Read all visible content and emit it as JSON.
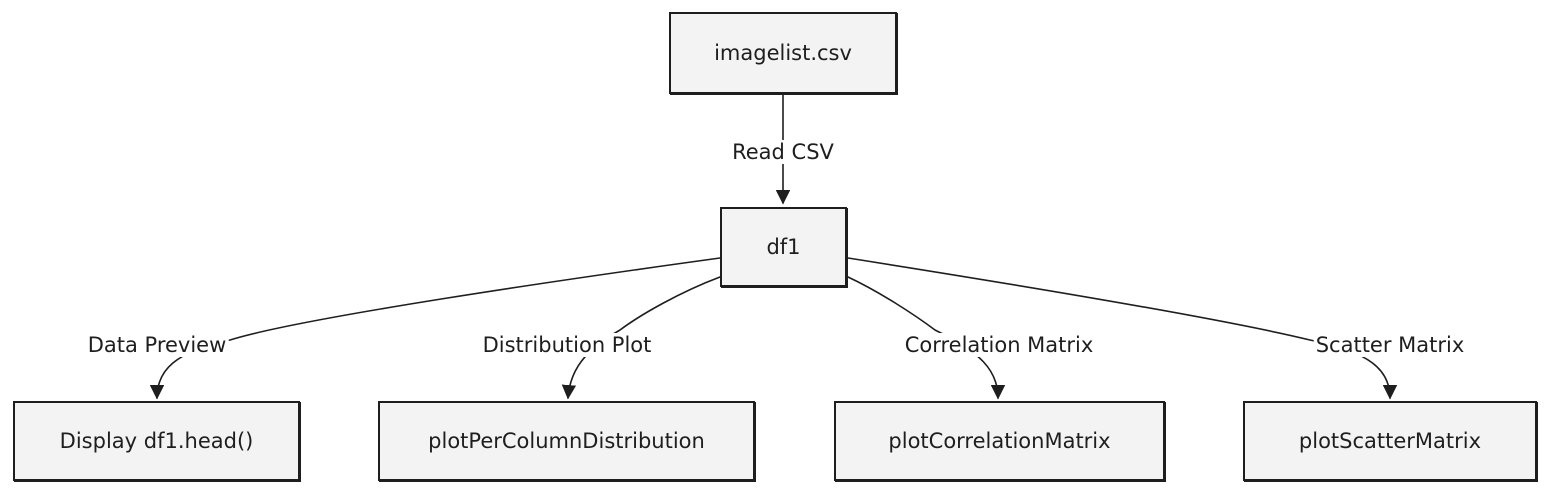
{
  "nodes": {
    "source": "imagelist.csv",
    "dataframe": "df1",
    "preview": "Display df1.head()",
    "distribution": "plotPerColumnDistribution",
    "correlation": "plotCorrelationMatrix",
    "scatter": "plotScatterMatrix"
  },
  "edges": {
    "read": "Read CSV",
    "preview": "Data Preview",
    "distribution": "Distribution Plot",
    "correlation": "Correlation Matrix",
    "scatter": "Scatter Matrix"
  }
}
